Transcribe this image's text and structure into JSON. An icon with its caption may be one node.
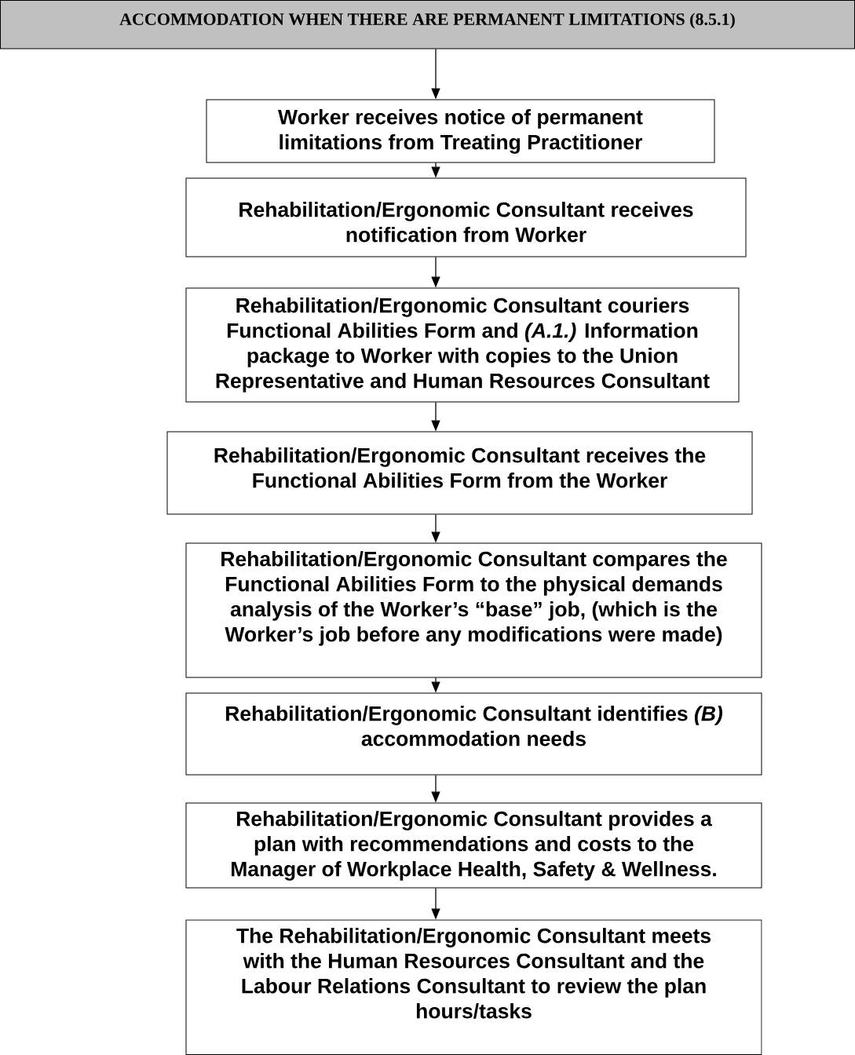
{
  "diagram": {
    "nodes": [
      {
        "text": [
          "ACCOMMODATION WHEN THERE ARE PERMANENT LIMITATIONS   (8.5.1)"
        ]
      },
      {
        "text": [
          "Worker receives notice of permanent limitations from Treating Practitioner"
        ]
      },
      {
        "text": [
          "Rehabilitation/Ergonomic Consultant receives notification from Worker"
        ]
      },
      {
        "text": [
          "Rehabilitation/Ergonomic Consultant couriers Functional Abilities Form and *(A.1.)* Information package to Worker with copies to the Union Representative and Human Resources Consultant"
        ]
      },
      {
        "text": [
          "Rehabilitation/Ergonomic Consultant receives the Functional Abilities Form from the Worker"
        ]
      },
      {
        "text": [
          "Rehabilitation/Ergonomic Consultant compares the Functional Abilities Form to the physical demands analysis of the Worker’s “base” job, (which is the Worker’s job before any modifications were made)"
        ]
      },
      {
        "text": [
          "Rehabilitation/Ergonomic Consultant identifies *(B)* accommodation needs"
        ]
      },
      {
        "text": [
          "Rehabilitation/Ergonomic Consultant provides a plan with recommendations and costs to the Manager of Workplace Health, Safety & Wellness."
        ]
      },
      {
        "text": [
          "The Rehabilitation/Ergonomic Consultant meets with the Human Resources Consultant and the Labour Relations Consultant to review the plan hours/tasks"
        ]
      }
    ],
    "edges": [
      {
        "from": 0,
        "to": 1,
        "arrow": "to"
      },
      {
        "from": 1,
        "to": 2,
        "arrow": "to"
      },
      {
        "from": 2,
        "to": 3,
        "arrow": "to"
      },
      {
        "from": 3,
        "to": 4,
        "arrow": "to"
      },
      {
        "from": 4,
        "to": 5,
        "arrow": "to"
      },
      {
        "from": 5,
        "to": 6,
        "arrow": "to"
      },
      {
        "from": 6,
        "to": 7,
        "arrow": "to"
      },
      {
        "from": 7,
        "to": 8,
        "arrow": "to"
      }
    ]
  }
}
